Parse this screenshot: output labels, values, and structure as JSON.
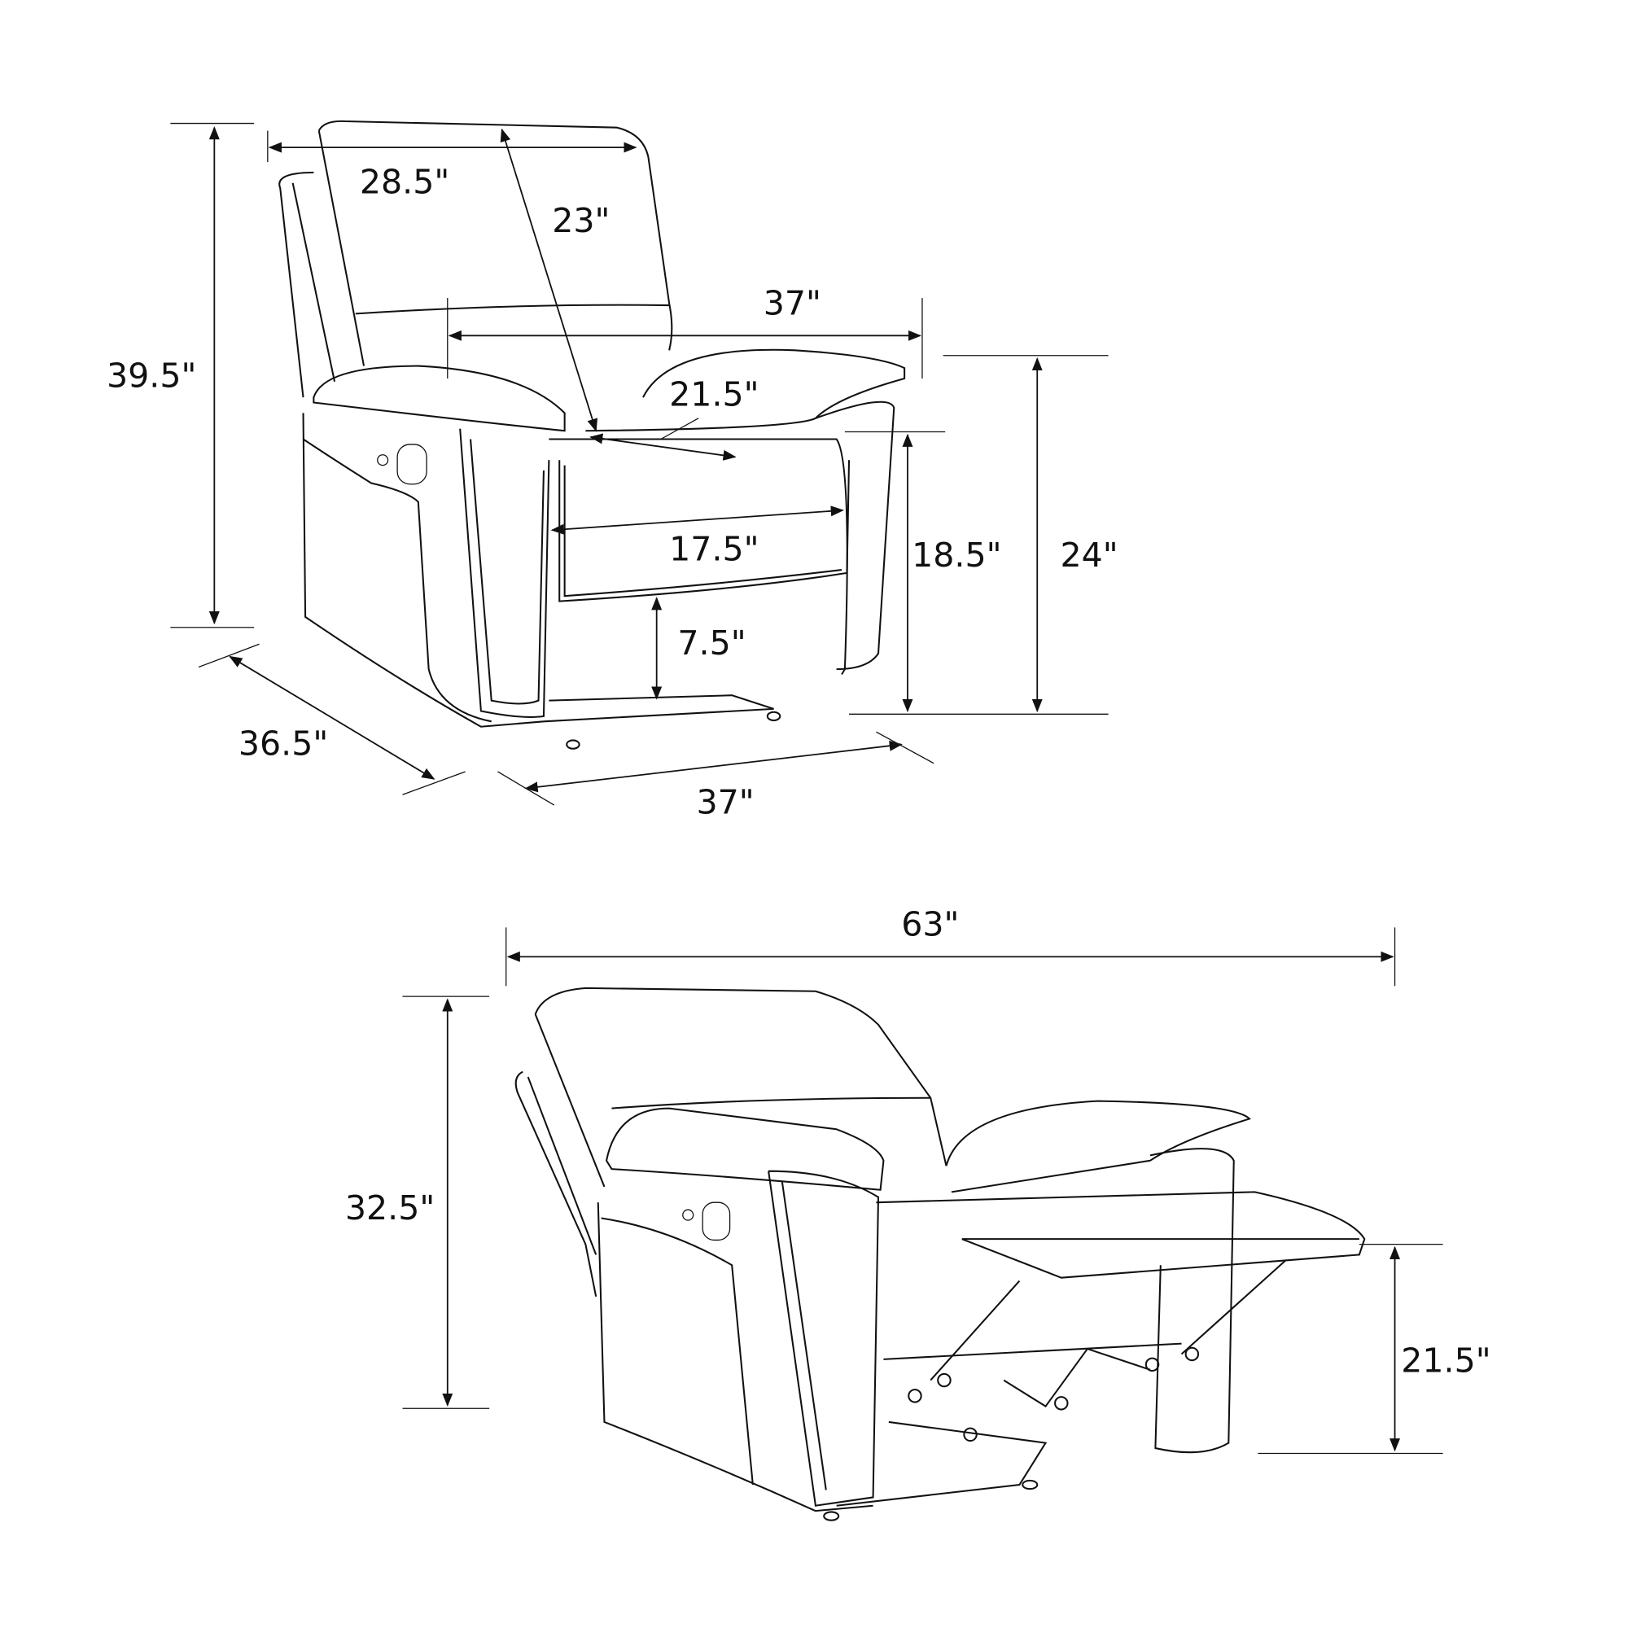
{
  "upright_view": {
    "overall_height": "39.5\"",
    "back_width": "28.5\"",
    "back_height": "23\"",
    "arm_to_arm_width": "37\"",
    "seat_depth": "21.5\"",
    "seat_width": "17.5\"",
    "seat_height": "18.5\"",
    "arm_height": "24\"",
    "footrest_clearance": "7.5\"",
    "overall_depth": "36.5\"",
    "overall_width": "37\""
  },
  "reclined_view": {
    "reclined_length": "63\"",
    "reclined_height": "32.5\"",
    "footrest_height": "21.5\""
  },
  "colors": {
    "line": "#111111",
    "background": "#ffffff"
  }
}
